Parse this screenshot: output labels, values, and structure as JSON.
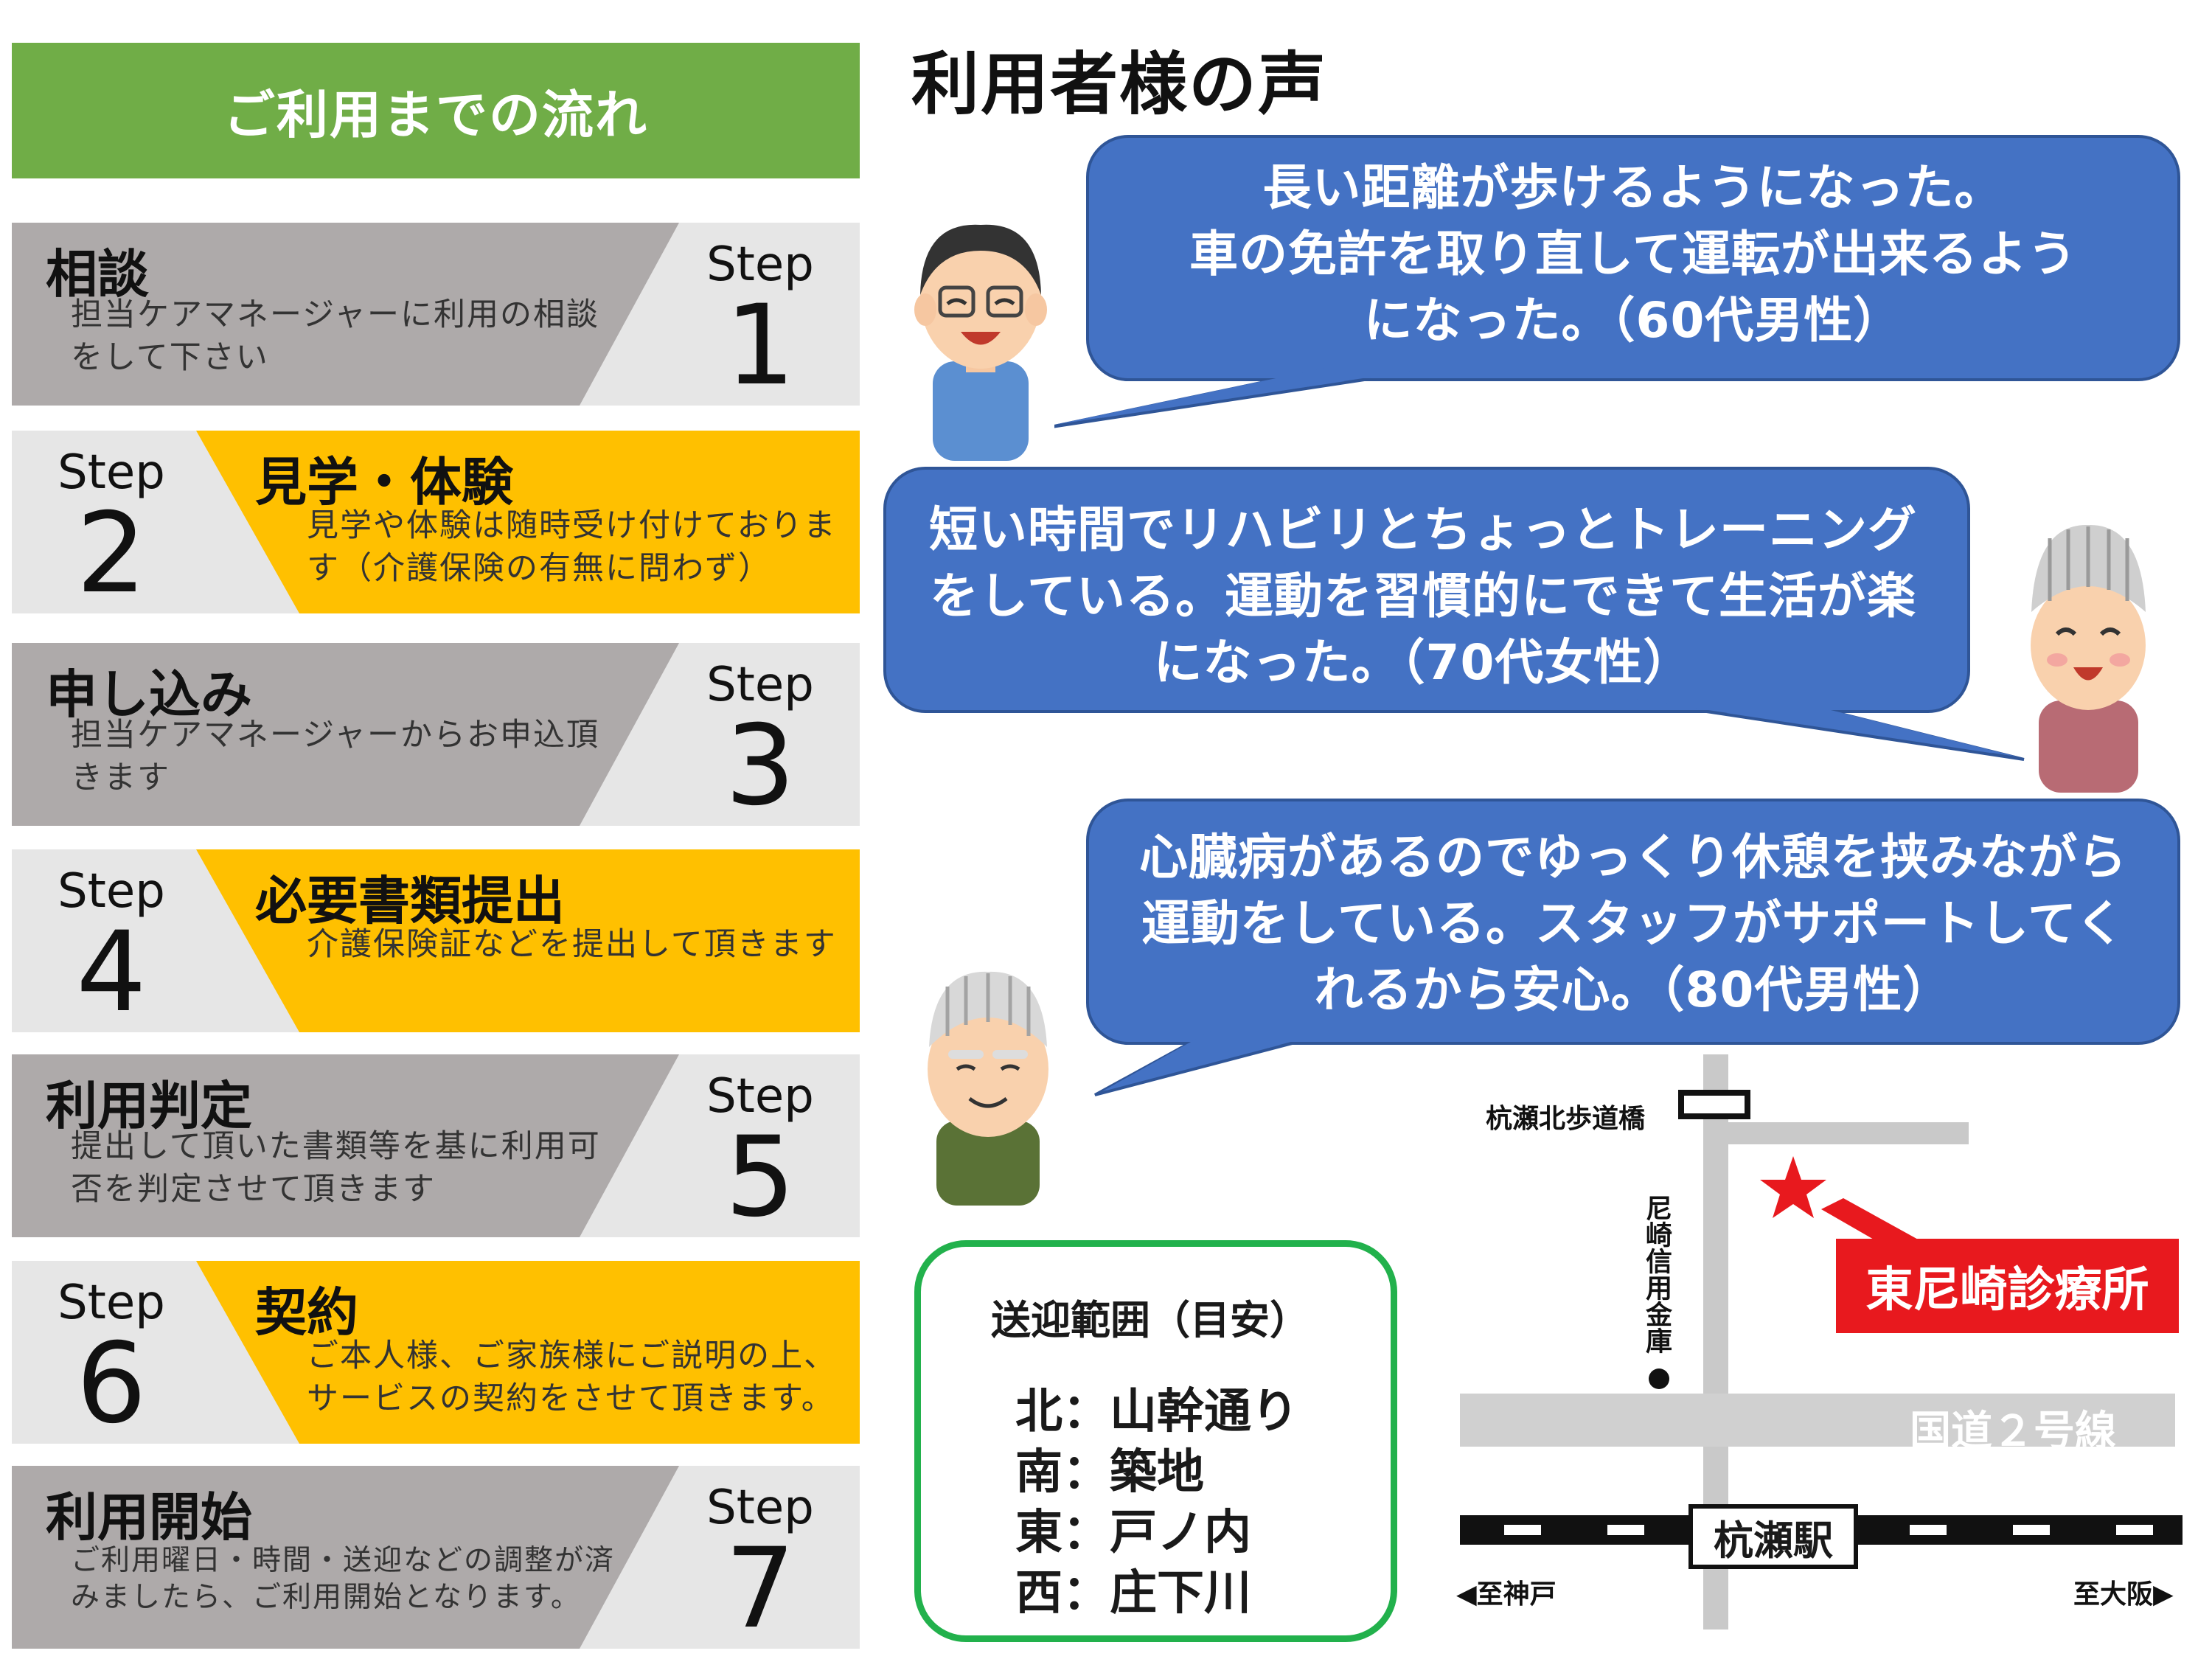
{
  "flow": {
    "header": "ご利用までの流れ",
    "step_word": "Step",
    "steps": [
      {
        "num": "1",
        "title": "相談",
        "desc": "担当ケアマネージャーに利用の相談をして下さい"
      },
      {
        "num": "2",
        "title": "見学・体験",
        "desc": "見学や体験は随時受け付けております（介護保険の有無に問わず）"
      },
      {
        "num": "3",
        "title": "申し込み",
        "desc": "担当ケアマネージャーからお申込頂きます"
      },
      {
        "num": "4",
        "title": "必要書類提出",
        "desc": "介護保険証などを提出して頂きます"
      },
      {
        "num": "5",
        "title": "利用判定",
        "desc": "提出して頂いた書類等を基に利用可否を判定させて頂きます"
      },
      {
        "num": "6",
        "title": "契約",
        "desc": "ご本人様、ご家族様にご説明の上、サービスの契約をさせて頂きます。"
      },
      {
        "num": "7",
        "title": "利用開始",
        "desc": "ご利用曜日・時間・送迎などの調整が済みましたら、ご利用開始となります。"
      }
    ]
  },
  "voices": {
    "title": "利用者様の声",
    "items": [
      {
        "lines": [
          "長い距離が歩けるようになった。",
          "車の免許を取り直して運転が出来るよう",
          "になった。（60代男性）"
        ]
      },
      {
        "lines": [
          "短い時間でリハビリとちょっとトレーニング",
          "をしている。運動を習慣的にできて生活が楽",
          "になった。（70代女性）"
        ]
      },
      {
        "lines": [
          "心臓病があるのでゆっくり休憩を挟みながら",
          "運動をしている。スタッフがサポートしてく",
          "れるから安心。（80代男性）"
        ]
      }
    ]
  },
  "range": {
    "title": "送迎範囲（目安）",
    "items": [
      "北：山幹通り",
      "南：築地",
      "東：戸ノ内",
      "西：庄下川"
    ]
  },
  "map": {
    "bridge": "杭瀬北歩道橋",
    "bank": "尼崎信用金庫",
    "clinic": "東尼崎診療所",
    "road": "国道２号線",
    "station": "杭瀬駅",
    "west": "◀至神戸",
    "east": "至大阪▶"
  },
  "colors": {
    "header_green": "#70ad47",
    "step_gray": "#aeaaaa",
    "step_gold": "#ffc000",
    "bubble_blue": "#4472c4",
    "range_border": "#22b14c",
    "clinic_red": "#e8191e"
  }
}
